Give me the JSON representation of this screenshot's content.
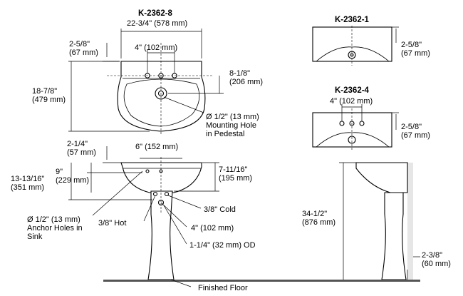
{
  "top_view": {
    "title": "K-2362-8",
    "width": "22-3/4\" (578 mm)",
    "faucet_spacing": "4\" (102 mm)",
    "back_height": "2-5/8\"\n(67 mm)",
    "hole_to_front": "8-1/8\"\n(206 mm)",
    "depth": "18-7/8\"\n(479 mm)",
    "mounting_hole": "Ø 1/2\" (13 mm)\nMounting Hole\nin Pedestal"
  },
  "variant_1": {
    "title": "K-2362-1",
    "back_height": "2-5/8\"\n(67 mm)"
  },
  "variant_4": {
    "title": "K-2362-4",
    "faucet_spacing": "4\" (102 mm)",
    "back_height": "2-5/8\"\n(67 mm)"
  },
  "front_view": {
    "rim_to_top": "2-1/4\"\n(57 mm)",
    "hole_spacing": "6\" (152 mm)",
    "drain_depth": "9\"\n(229 mm)",
    "overall_depth": "13-13/16\"\n(351 mm)",
    "bowl_height": "7-11/16\"\n(195 mm)",
    "anchor_holes": "Ø 1/2\" (13 mm)\nAnchor Holes in\nSink",
    "hot": "3/8\" Hot",
    "cold": "3/8\" Cold",
    "supply_spacing": "4\" (102 mm)",
    "drain_od": "1-1/4\" (32 mm) OD",
    "floor_label": "Finished Floor"
  },
  "side_view": {
    "height": "34-1/2\"\n(876 mm)",
    "base_offset": "2-3/8\"\n(60 mm)"
  }
}
